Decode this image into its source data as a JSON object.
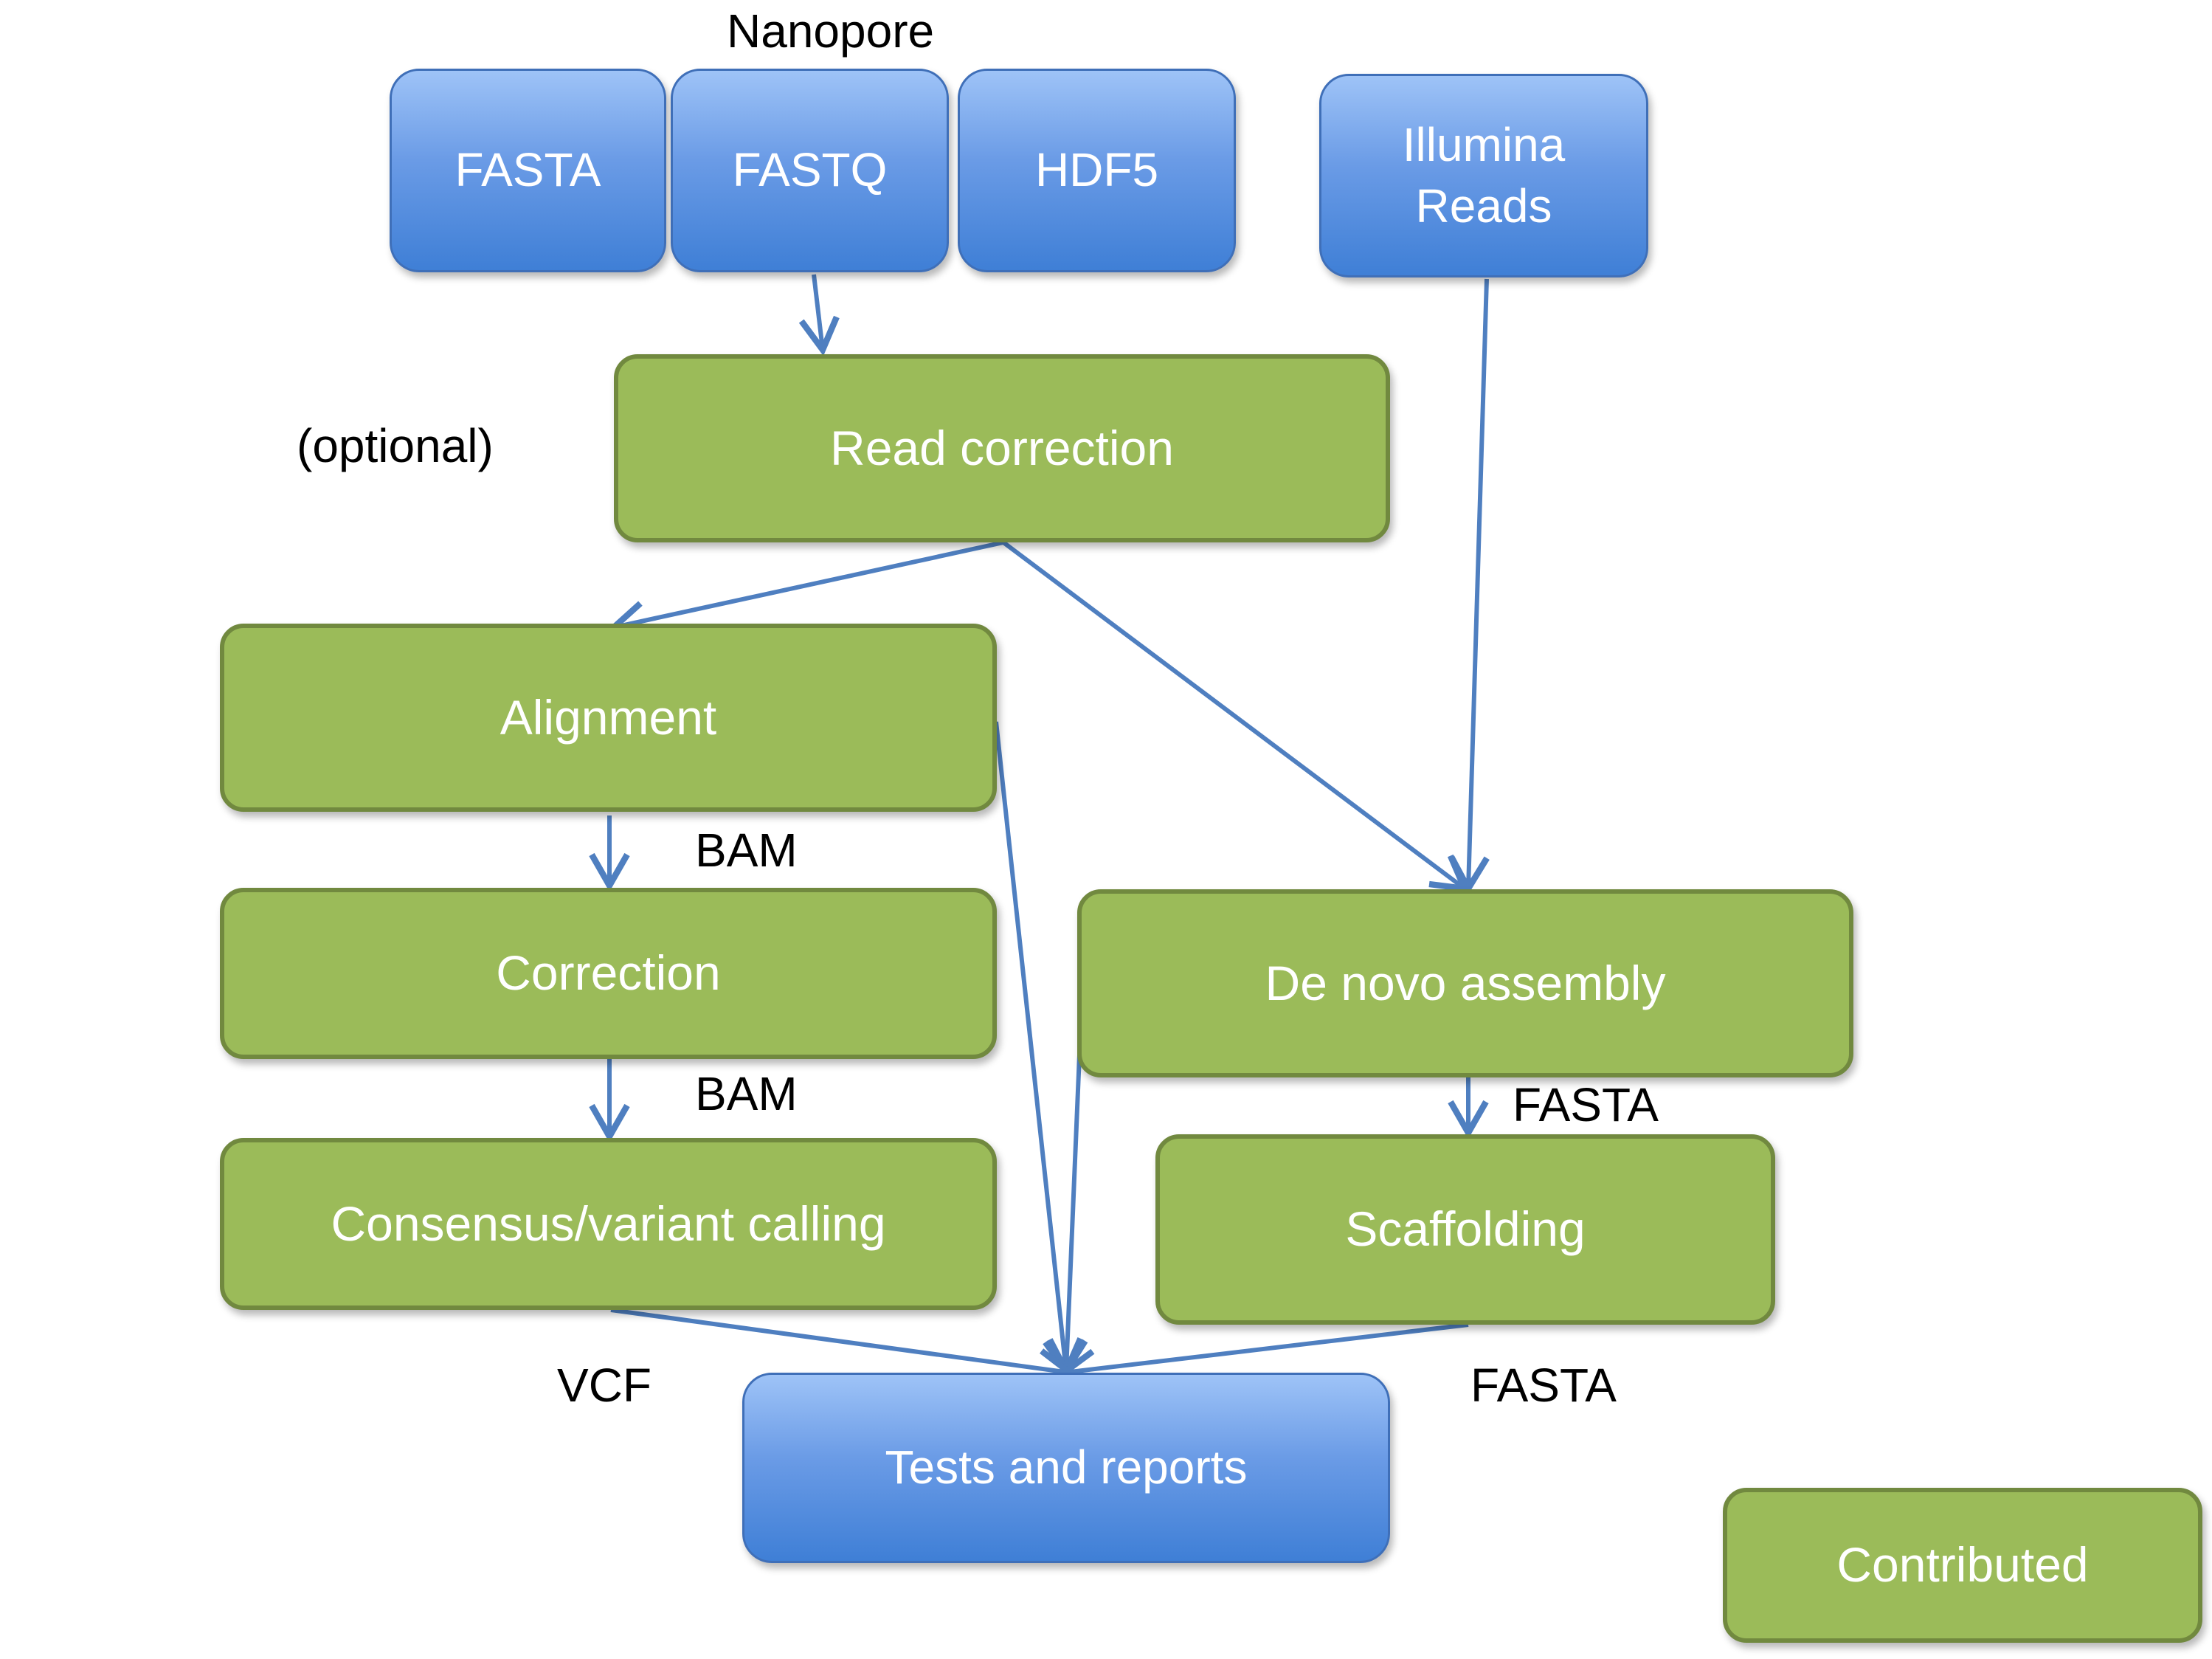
{
  "labels": {
    "nanopore": "Nanopore",
    "optional": "(optional)",
    "bam1": "BAM",
    "bam2": "BAM",
    "fasta1": "FASTA",
    "vcf": "VCF",
    "fasta2": "FASTA"
  },
  "nodes": {
    "fasta": "FASTA",
    "fastq": "FASTQ",
    "hdf5": "HDF5",
    "illumina_line1": "Illumina",
    "illumina_line2": "Reads",
    "read_correction": "Read correction",
    "alignment": "Alignment",
    "correction": "Correction",
    "consensus": "Consensus/variant calling",
    "de_novo": "De novo assembly",
    "scaffolding": "Scaffolding",
    "tests": "Tests and reports",
    "contributed": "Contributed"
  },
  "colors": {
    "input_blue": "#5b8fde",
    "step_green": "#9bbb59",
    "green_border": "#71893f",
    "arrow": "#4f7fc0"
  }
}
